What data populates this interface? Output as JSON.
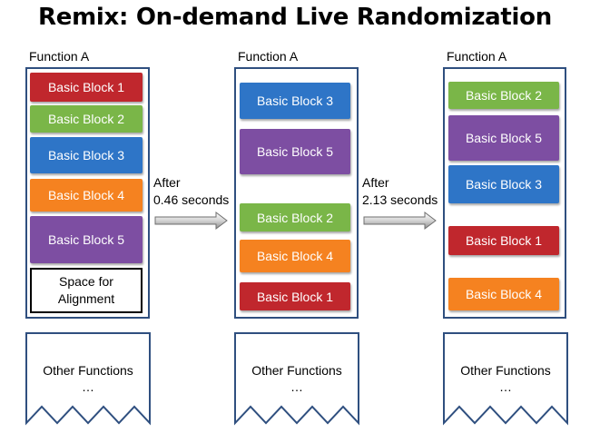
{
  "title": "Remix: On-demand Live Randomization",
  "colors": {
    "red": "#c0272d",
    "green": "#7ab648",
    "blue": "#2e75c7",
    "orange": "#f58220",
    "purple": "#7d4ea2",
    "border": "#2f4f7f"
  },
  "columns": [
    {
      "label": "Function A",
      "blocks": [
        {
          "label": "Basic Block 1",
          "color": "#c0272d"
        },
        {
          "label": "Basic Block 2",
          "color": "#7ab648"
        },
        {
          "label": "Basic Block 3",
          "color": "#2e75c7"
        },
        {
          "label": "Basic Block 4",
          "color": "#f58220"
        },
        {
          "label": "Basic Block 5",
          "color": "#7d4ea2"
        }
      ],
      "space": {
        "line1": "Space for",
        "line2": "Alignment"
      },
      "other": {
        "line1": "Other Functions",
        "line2": "…"
      }
    },
    {
      "label": "Function A",
      "blocks": [
        {
          "label": "Basic Block 3",
          "color": "#2e75c7"
        },
        {
          "label": "Basic Block 5",
          "color": "#7d4ea2"
        },
        {
          "label": "Basic Block 2",
          "color": "#7ab648"
        },
        {
          "label": "Basic Block 4",
          "color": "#f58220"
        },
        {
          "label": "Basic Block 1",
          "color": "#c0272d"
        }
      ],
      "other": {
        "line1": "Other Functions",
        "line2": "…"
      }
    },
    {
      "label": "Function A",
      "blocks": [
        {
          "label": "Basic Block 2",
          "color": "#7ab648"
        },
        {
          "label": "Basic Block 5",
          "color": "#7d4ea2"
        },
        {
          "label": "Basic Block 3",
          "color": "#2e75c7"
        },
        {
          "label": "Basic Block 1",
          "color": "#c0272d"
        },
        {
          "label": "Basic Block 4",
          "color": "#f58220"
        }
      ],
      "other": {
        "line1": "Other Functions",
        "line2": "…"
      }
    }
  ],
  "transitions": [
    {
      "line1": "After",
      "line2": "0.46 seconds"
    },
    {
      "line1": "After",
      "line2": "2.13 seconds"
    }
  ]
}
